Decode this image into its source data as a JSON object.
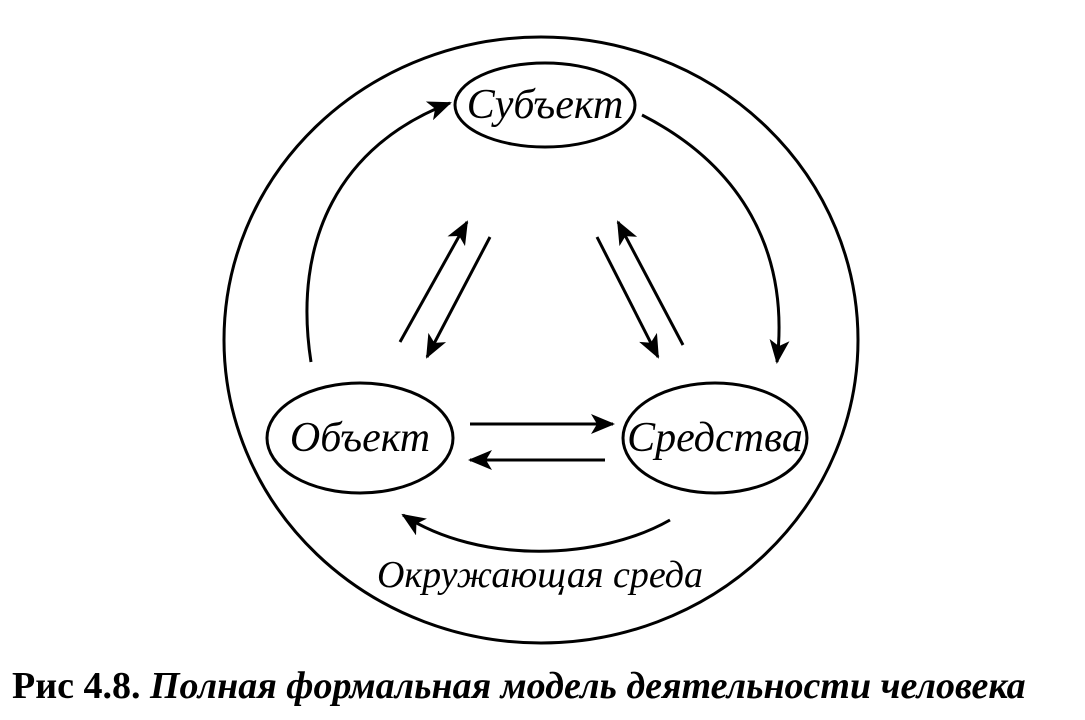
{
  "diagram": {
    "nodes": {
      "subject": "Субъект",
      "object": "Объект",
      "means": "Средства"
    },
    "environment_label": "Окружающая среда"
  },
  "caption": {
    "number": "Рис 4.8.",
    "title": "Полная формальная модель деятельности человека"
  },
  "colors": {
    "ink": "#000000",
    "background": "#ffffff"
  }
}
